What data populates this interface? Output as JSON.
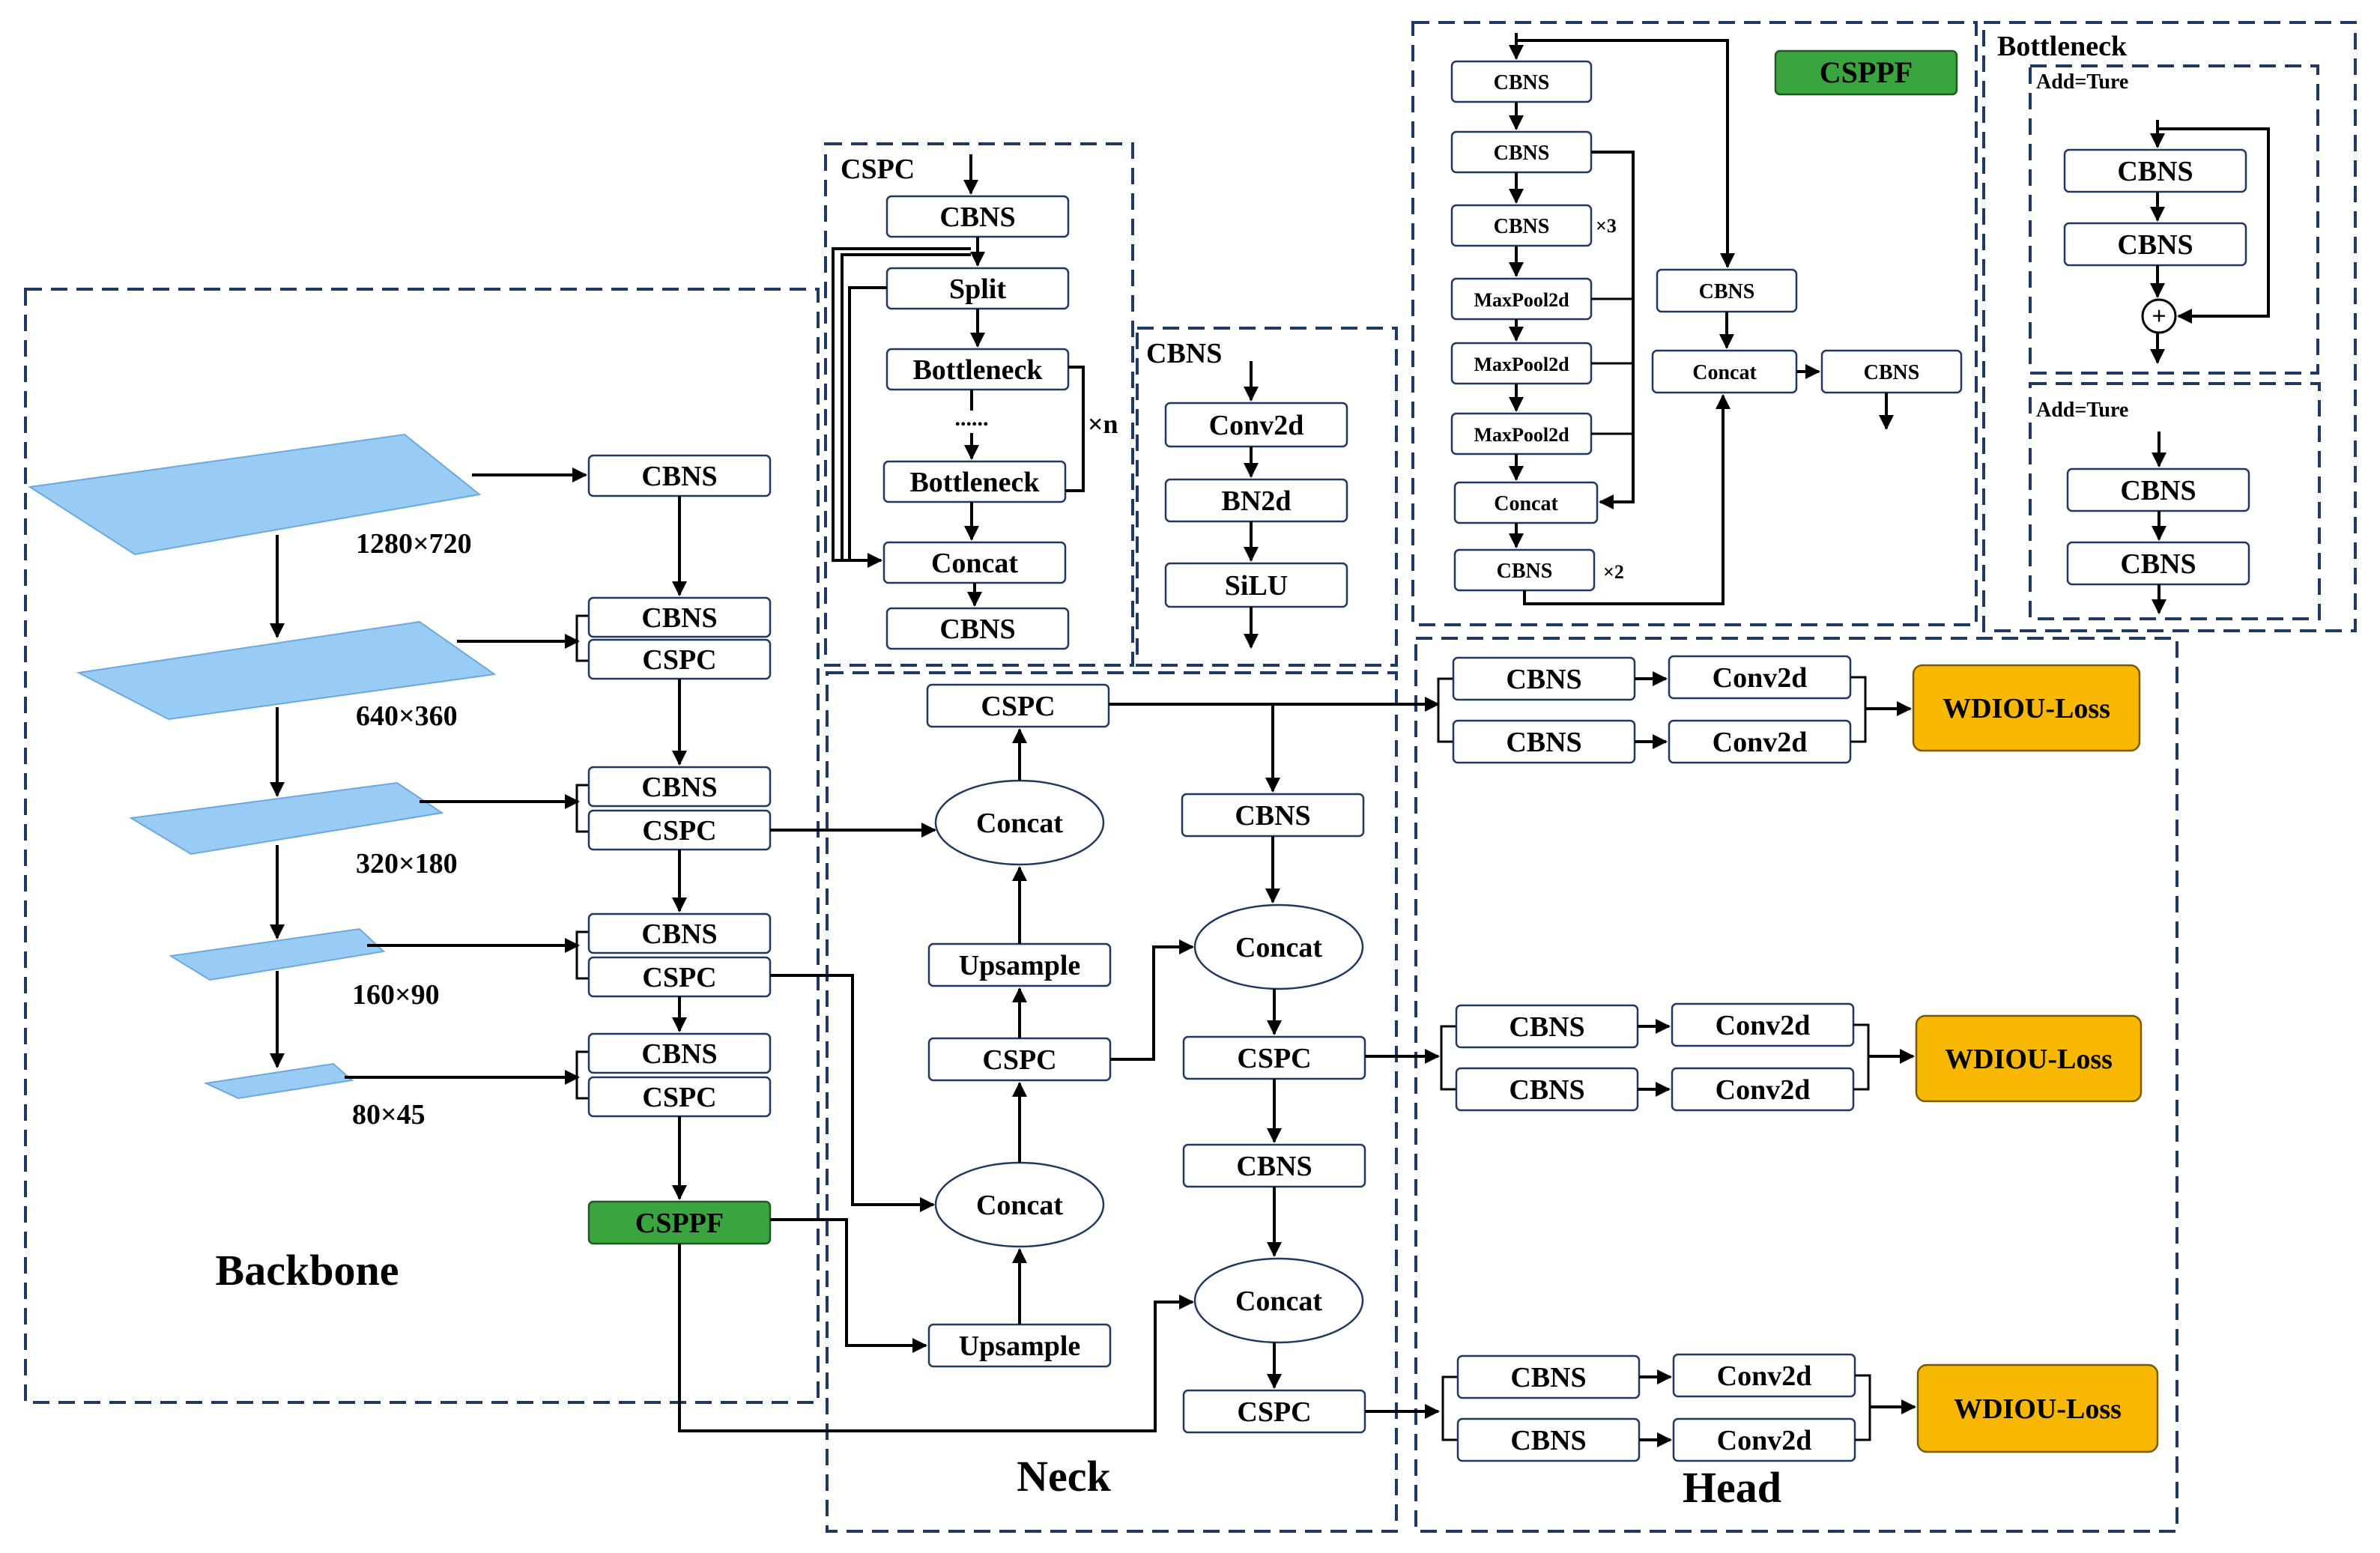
{
  "regions": {
    "backbone": "Backbone",
    "neck": "Neck",
    "head": "Head",
    "cspc": "CSPC",
    "cbns": "CBNS",
    "bottleneck": "Bottleneck"
  },
  "backbone": {
    "resolutions": [
      "1280×720",
      "640×360",
      "320×180",
      "160×90",
      "80×45"
    ],
    "cbns": "CBNS",
    "cspc": "CSPC",
    "cspPF": "CSPPF"
  },
  "cspc_detail": {
    "cbns_top": "CBNS",
    "split": "Split",
    "bottleneck": "Bottleneck",
    "dots": "......",
    "repeat": "×n",
    "concat": "Concat",
    "cbns_bottom": "CBNS"
  },
  "cbns_detail": {
    "conv2d": "Conv2d",
    "bn2d": "BN2d",
    "silu": "SiLU"
  },
  "csppf_detail": {
    "title": "CSPPF",
    "cbns": "CBNS",
    "times3": "×3",
    "times2": "×2",
    "maxpool": "MaxPool2d",
    "concat": "Concat"
  },
  "bottleneck_detail": {
    "add_true_1": "Add=Ture",
    "add_true_2": "Add=Ture",
    "cbns": "CBNS",
    "plus": "+"
  },
  "neck": {
    "cspc": "CSPC",
    "cbns": "CBNS",
    "concat": "Concat",
    "upsample": "Upsample"
  },
  "head": {
    "cbns": "CBNS",
    "conv2d": "Conv2d",
    "loss": "WDIOU-Loss"
  }
}
